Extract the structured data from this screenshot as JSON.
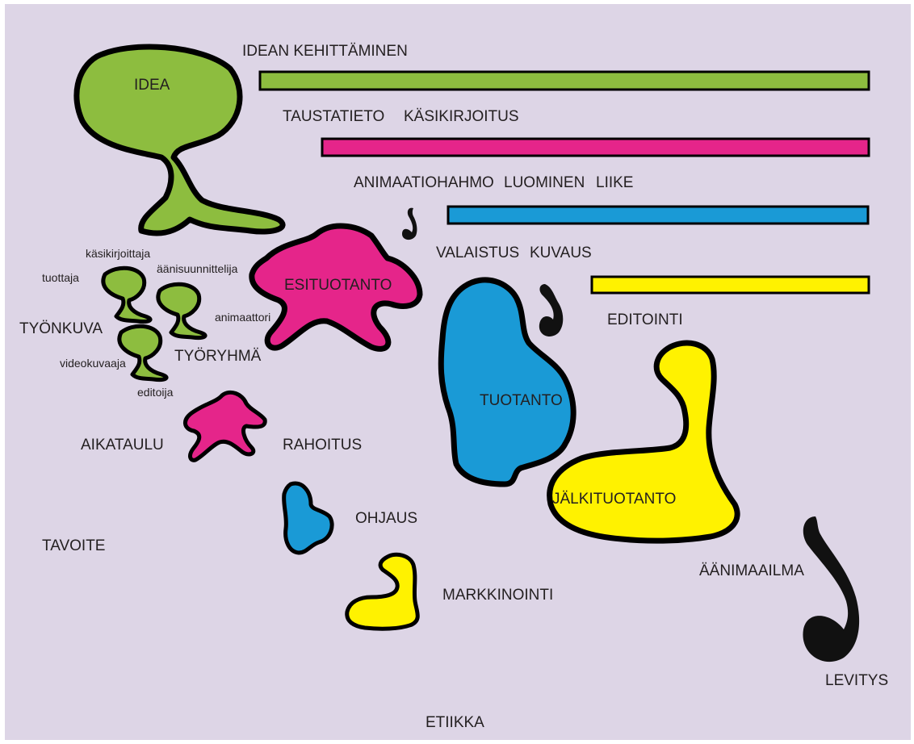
{
  "colors": {
    "background": "#ddd5e6",
    "green": "#8dbd3f",
    "magenta": "#e5258a",
    "cyan": "#1a9ad6",
    "yellow": "#fff200",
    "note": "#111111",
    "text": "#231f20"
  },
  "bars": {
    "idea_bar": "IDEAN KEHITTÄMINEN",
    "esituotanto_bar": "TAUSTATIETO",
    "esituotanto_bar_2": "KÄSIKIRJOITUS",
    "tuotanto_bar": "ANIMAATIOHAHMO",
    "tuotanto_bar_2": "LUOMINEN",
    "tuotanto_bar_3": "LIIKE",
    "tuotanto_bar_4": "VALAISTUS",
    "tuotanto_bar_5": "KUVAUS",
    "jalki_bar": "EDITOINTI"
  },
  "blobs": {
    "idea": "IDEA",
    "esituotanto": "ESITUOTANTO",
    "tuotanto": "TUOTANTO",
    "jalkituotanto": "JÄLKITUOTANTO"
  },
  "team": {
    "kasikirjoittaja": "käsikirjoittaja",
    "tuottaja": "tuottaja",
    "aanisuunnittelija": "äänisuunnittelija",
    "tyonkuva": "TYÖNKUVA",
    "animaattori": "animaattori",
    "videokuvaaja": "videokuvaaja",
    "tyoryhma": "TYÖRYHMÄ",
    "editoija": "editoija"
  },
  "other": {
    "aikataulu": "AIKATAULU",
    "rahoitus": "RAHOITUS",
    "ohjaus": "OHJAUS",
    "tavoite": "TAVOITE",
    "markkinointi": "MARKKINOINTI",
    "aanimaailma": "ÄÄNIMAAILMA",
    "levitys": "LEVITYS",
    "etiikka": "ETIIKKA"
  }
}
